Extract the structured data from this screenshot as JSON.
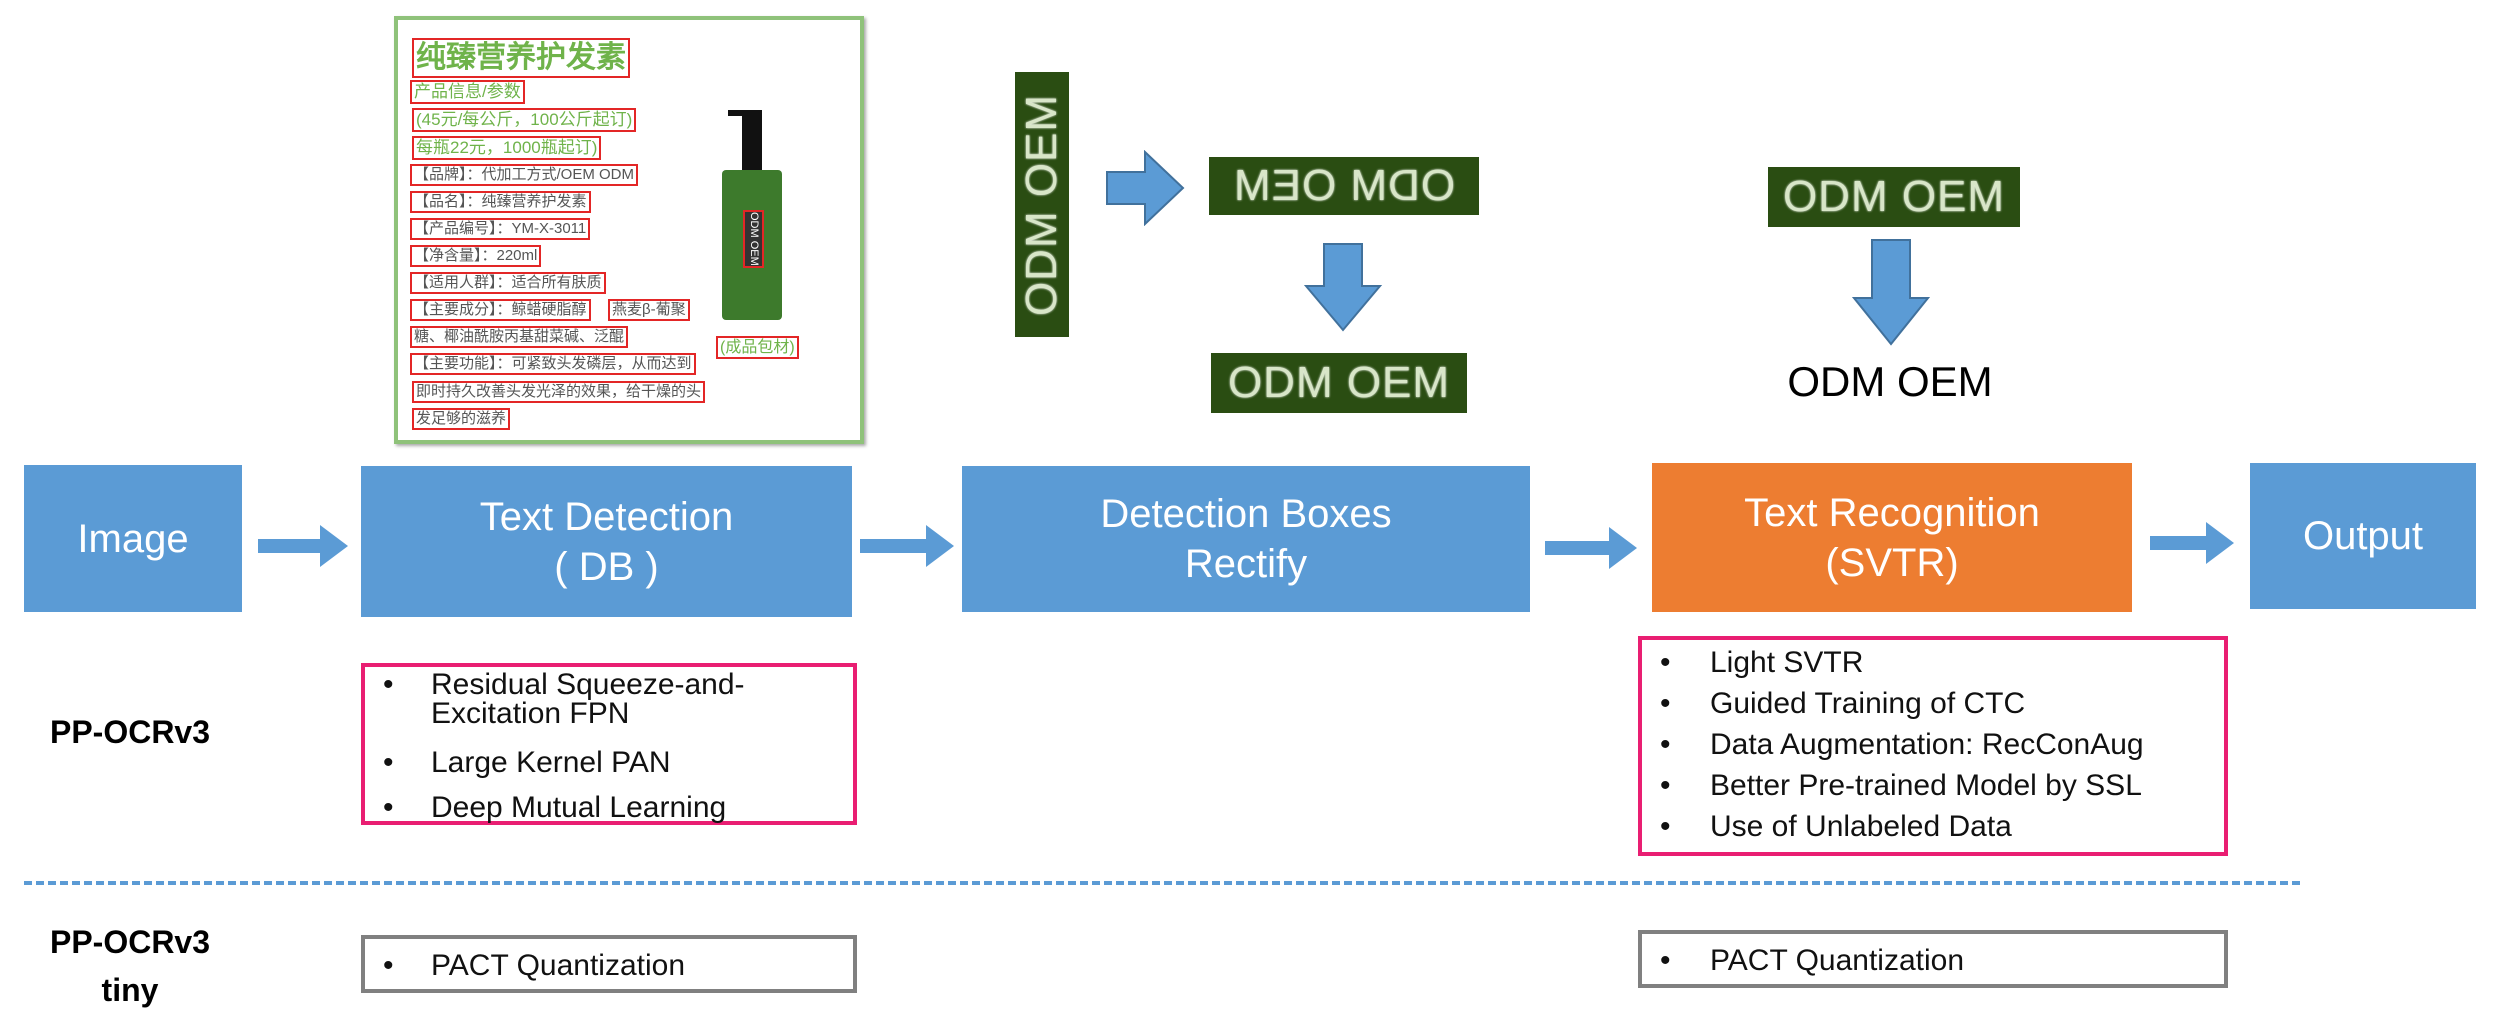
{
  "colors": {
    "stage_blue": "#5B9BD5",
    "recognition_orange": "#ED7D31",
    "highlight_pink": "#E91E72",
    "tiny_gray": "#808080",
    "dash_blue": "#5B9BD5"
  },
  "product_image": {
    "title": "纯臻营养护发素",
    "lines": [
      "产品信息/参数",
      "(45元/每公斤，100公斤起订)",
      "每瓶22元，1000瓶起订)",
      "【品牌】：代加工方式/OEM ODM",
      "【品名】：纯臻营养护发素",
      "【产品编号】：YM-X-3011",
      "【净含量】：220ml",
      "【适用人群】：适合所有肤质",
      "【主要成分】：鲸蜡硬脂醇",
      "燕麦β-葡聚",
      "糖、椰油酰胺丙基甜菜碱、泛醌",
      "【主要功能】：可紧致头发磷层，从而达到",
      "即时持久改善头发光泽的效果，给干燥的头",
      "发足够的滋养"
    ],
    "bottle_label": "ODM OEM",
    "packaging_label": "(成品包材)"
  },
  "crops": {
    "vertical": "ODM OEM",
    "mirrored": "ODM OEM",
    "rectified": "ODM OEM",
    "recognition_input": "ODM OEM",
    "recognized_text": "ODM OEM"
  },
  "pipeline": {
    "image": "Image",
    "detection": {
      "line1": "Text Detection",
      "line2": "( DB )"
    },
    "rectify": {
      "line1": "Detection Boxes",
      "line2": "Rectify"
    },
    "recognition": {
      "line1": "Text Recognition",
      "line2": "(SVTR)"
    },
    "output": "Output"
  },
  "rows": {
    "v3": "PP-OCRv3",
    "tiny_line1": "PP-OCRv3",
    "tiny_line2": "tiny"
  },
  "bullet": "•",
  "v3_detection": [
    "Residual Squeeze-and-Excitation FPN",
    "Large Kernel PAN",
    "Deep Mutual Learning"
  ],
  "v3_recognition": [
    "Light SVTR",
    "Guided Training of CTC",
    "Data Augmentation: RecConAug",
    "Better Pre-trained Model by SSL",
    "Use of Unlabeled Data"
  ],
  "tiny_detection": [
    "PACT Quantization"
  ],
  "tiny_recognition": [
    "PACT Quantization"
  ]
}
